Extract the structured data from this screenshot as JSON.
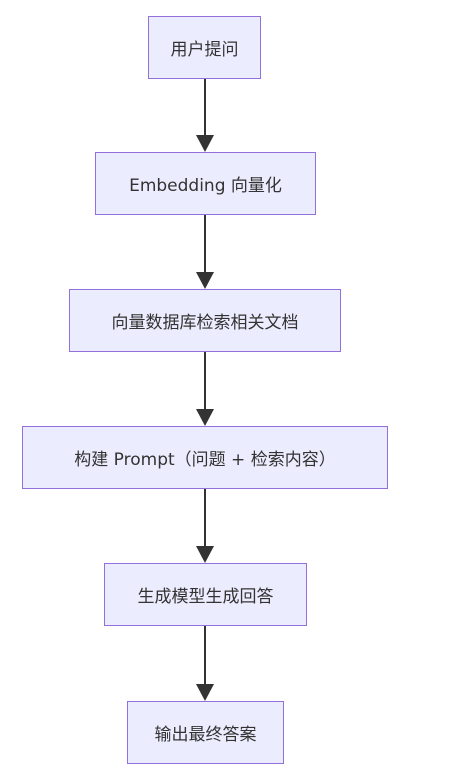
{
  "diagram": {
    "nodes": [
      {
        "id": "n1",
        "label": "用户提问"
      },
      {
        "id": "n2",
        "label": "Embedding 向量化"
      },
      {
        "id": "n3",
        "label": "向量数据库检索相关文档"
      },
      {
        "id": "n4",
        "label": "构建 Prompt（问题 + 检索内容）"
      },
      {
        "id": "n5",
        "label": "生成模型生成回答"
      },
      {
        "id": "n6",
        "label": "输出最终答案"
      }
    ],
    "edges": [
      {
        "from": "n1",
        "to": "n2"
      },
      {
        "from": "n2",
        "to": "n3"
      },
      {
        "from": "n3",
        "to": "n4"
      },
      {
        "from": "n4",
        "to": "n5"
      },
      {
        "from": "n5",
        "to": "n6"
      }
    ],
    "colors": {
      "node_fill": "#ececff",
      "node_border": "#9370db",
      "edge": "#333333",
      "text": "#333333"
    }
  }
}
